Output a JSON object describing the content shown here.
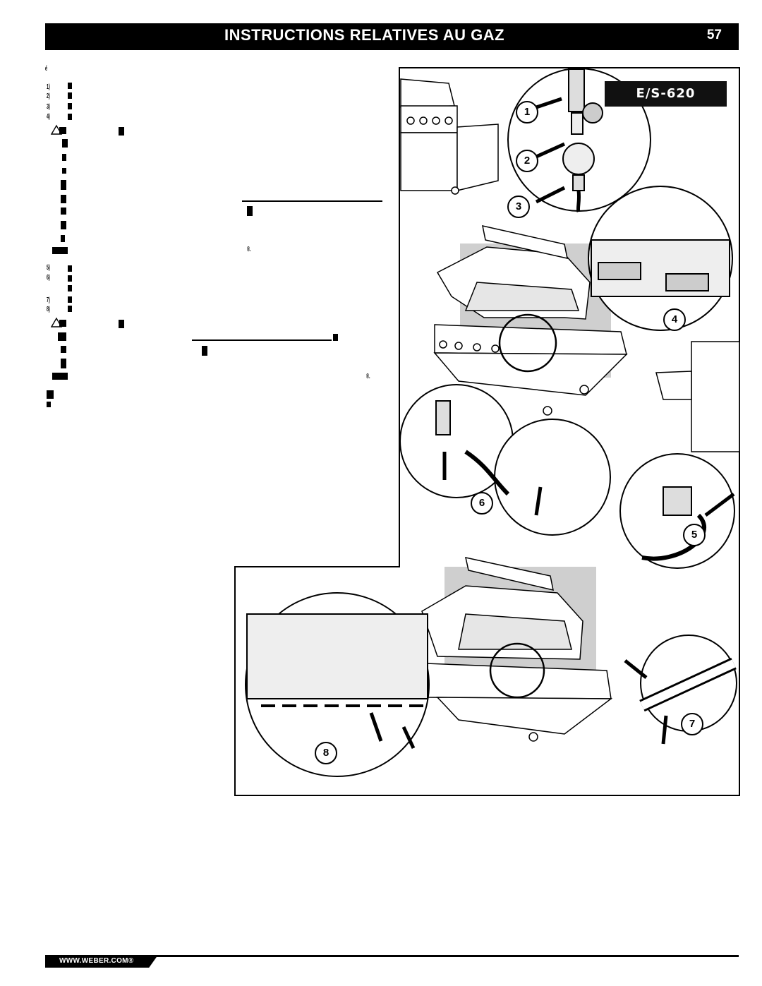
{
  "header": {
    "title": "INSTRUCTIONS RELATIVES AU GAZ",
    "page_number": "57"
  },
  "model_label": "E/S-620",
  "steps": [
    "1",
    "2",
    "3",
    "4",
    "5",
    "6",
    "7",
    "8"
  ],
  "text_fragments": {
    "heading": "é",
    "list_a": [
      "1)",
      "2)",
      "3)",
      "4)"
    ],
    "list_b": [
      "5)",
      "6)",
      "7)",
      "8)"
    ],
    "registered_1": "®.",
    "registered_2": "®."
  },
  "footer": {
    "url": "WWW.WEBER.COM®"
  },
  "colors": {
    "header_bg": "#000000",
    "header_text": "#ffffff",
    "shade": "#c8c8c8"
  }
}
